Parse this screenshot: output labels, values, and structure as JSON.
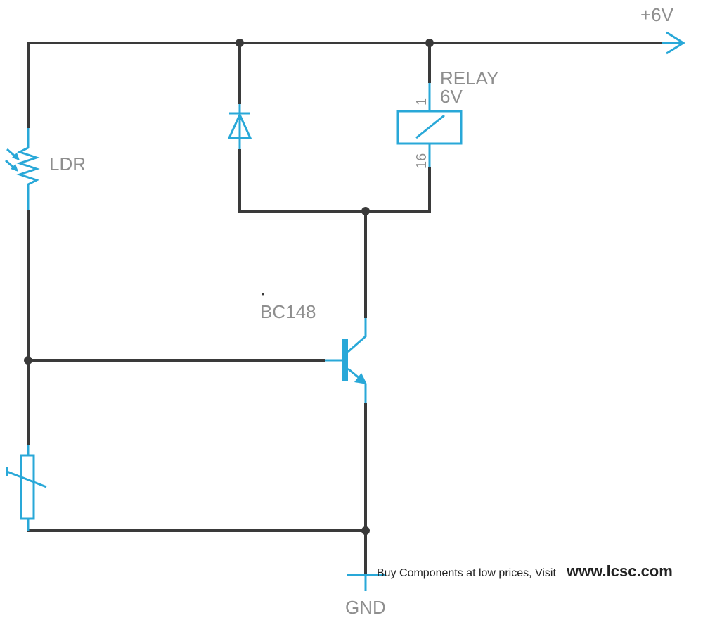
{
  "labels": {
    "supply": "+6V",
    "ldr": "LDR",
    "relay_name": "RELAY",
    "relay_value": "6V",
    "relay_pin1": "1",
    "relay_pin16": "16",
    "transistor": "BC148",
    "ground": "GND"
  },
  "footer": {
    "text": "Buy Components at low prices, Visit",
    "link": "www.lcsc.com"
  },
  "colors": {
    "wire": "#3a3a3a",
    "component": "#29a8d8",
    "label": "#8e8e8e"
  }
}
